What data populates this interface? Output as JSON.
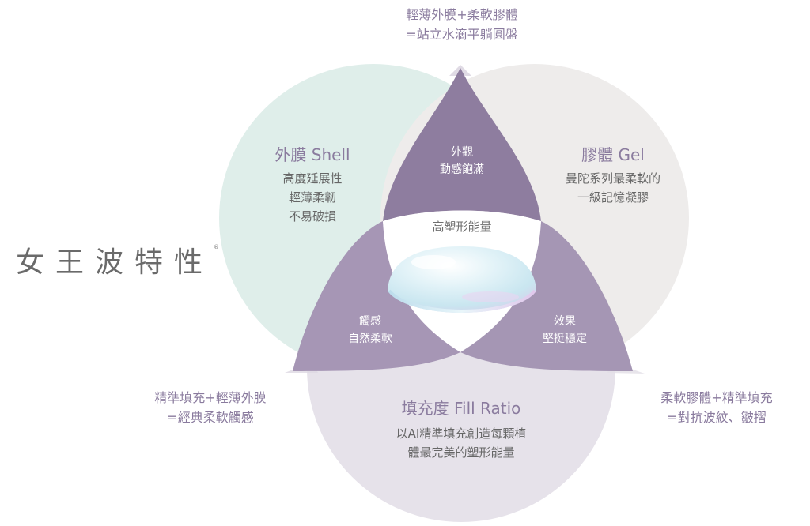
{
  "title": "女王波特性",
  "title_mark": "®",
  "colors": {
    "shell_circle": "#dfeeea",
    "gel_circle": "#eeeceb",
    "fill_circle": "#e6e2ea",
    "petal_top": "#8e7d9f",
    "petal_left": "#a696b5",
    "petal_right": "#a596b4",
    "accent_text": "#8a7b9e"
  },
  "top_annotation": {
    "line1": "輕薄外膜+柔軟膠體",
    "line2": "=站立水滴平躺圓盤"
  },
  "shell": {
    "heading": "外膜 Shell",
    "lines": [
      "高度延展性",
      "輕薄柔韌",
      "不易破損"
    ]
  },
  "gel": {
    "heading": "膠體 Gel",
    "lines": [
      "曼陀系列最柔軟的",
      "一級記憶凝膠"
    ]
  },
  "fill": {
    "heading": "填充度 Fill Ratio",
    "lines": [
      "以AI精準填充創造每顆植",
      "體最完美的塑形能量"
    ]
  },
  "petals": {
    "top": {
      "line1": "外觀",
      "line2": "動感飽滿"
    },
    "left": {
      "line1": "觸感",
      "line2": "自然柔軟"
    },
    "right": {
      "line1": "效果",
      "line2": "堅挺穩定"
    }
  },
  "center": {
    "label": "高塑形能量",
    "image": "breast-implant"
  },
  "left_annotation": {
    "line1": "精準填充+輕薄外膜",
    "line2": "=經典柔軟觸感"
  },
  "right_annotation": {
    "line1": "柔軟膠體+精準填充",
    "line2": "=對抗波紋、皺摺"
  }
}
